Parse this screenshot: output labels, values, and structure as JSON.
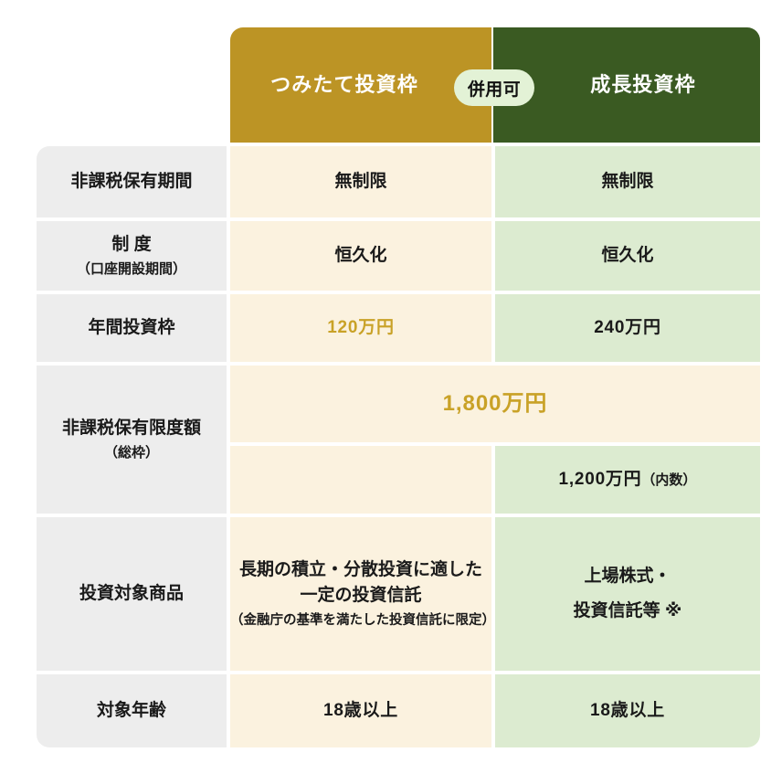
{
  "header": {
    "label_column": "",
    "col_gold": "つみたて投資枠",
    "col_green": "成長投資枠",
    "badge": "併用可"
  },
  "colors": {
    "gold_header": "#BC9425",
    "green_header": "#3A5A22",
    "gold_cell": "#FBF2DF",
    "green_cell": "#DCEBD0",
    "label_cell": "#EDEDED",
    "badge_bg": "#E3F2D6",
    "gold_text": "#C9A227"
  },
  "rows": [
    {
      "label": "非課税保有期間",
      "label_sub": "",
      "gold": "無制限",
      "green": "無制限"
    },
    {
      "label": "制 度",
      "label_sub": "（口座開設期間）",
      "gold": "恒久化",
      "green": "恒久化"
    },
    {
      "label": "年間投資枠",
      "label_sub": "",
      "gold": "120万円",
      "green": "240万円"
    },
    {
      "label": "非課税保有限度額",
      "label_sub": "（総枠）",
      "span_value": "1,800万円",
      "green_sub_value": "1,200万円",
      "green_sub_note": "（内数）"
    },
    {
      "label": "投資対象商品",
      "label_sub": "",
      "gold_line1": "長期の積立・分散投資に適した",
      "gold_line2": "一定の投資信託",
      "gold_note": "（金融庁の基準を満たした投資信託に限定）",
      "green_line1": "上場株式・",
      "green_line2": "投資信託等 ※"
    },
    {
      "label": "対象年齢",
      "label_sub": "",
      "gold": "18歳以上",
      "green": "18歳以上"
    }
  ]
}
